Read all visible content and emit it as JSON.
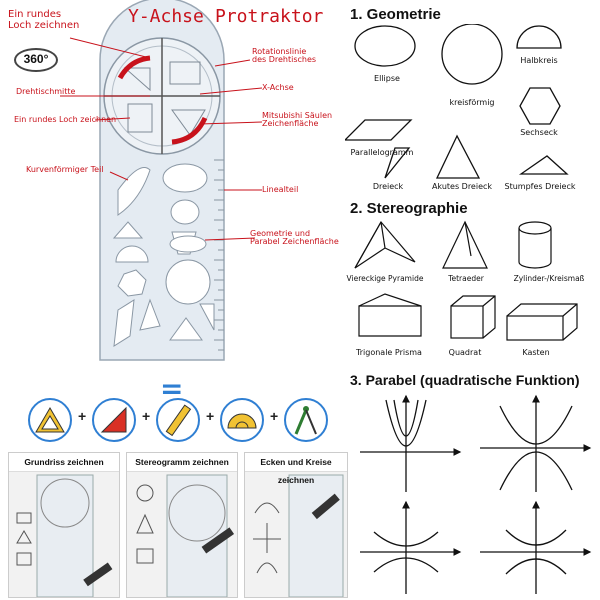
{
  "labels": {
    "hole_draw": "Ein rundes\nLoch zeichnen",
    "y_axis": "Y-Achse",
    "protractor": "Protraktor",
    "rot_line": "Rotationslinie\ndes Drehtisches",
    "degrees": "360°",
    "turntable_center": "Drehtischmitte",
    "x_axis": "X-Achse",
    "hole_draw2": "Ein rundes Loch zeichnen",
    "mitsubishi": "Mitsubishi Säulen\nZeichenfläche",
    "curve_part": "Kurvenförmiger Teil",
    "ruler_part": "Linealteil",
    "geom_parabola": "Geometrie und\nParabel Zeichenfläche"
  },
  "sections": {
    "geometry": "1. Geometrie",
    "stereo": "2. Stereographie",
    "parabola": "3. Parabel (quadratische Funktion)"
  },
  "geometry_shapes": [
    "Ellipse",
    "kreisförmig",
    "Halbkreis",
    "Parallelogramm",
    "Sechseck",
    "Dreieck",
    "Akutes Dreieck",
    "Stumpfes Dreieck"
  ],
  "stereo_shapes": [
    "Viereckige Pyramide",
    "Tetraeder",
    "Zylinder-/Kreismaß",
    "Trigonale Prisma",
    "Quadrat",
    "Kasten"
  ],
  "equals": "=",
  "plus": "+",
  "photos": [
    "Grundriss zeichnen",
    "Stereogramm zeichnen",
    "Ecken und Kreise zeichnen"
  ],
  "colors": {
    "label_red": "#c8121b",
    "accent_blue": "#2f7fd3",
    "ruler_blue": "#dfe6ee"
  },
  "icons": [
    "triangle-ruler-icon",
    "set-square-icon",
    "ruler-icon",
    "protractor-icon",
    "compass-icon"
  ]
}
